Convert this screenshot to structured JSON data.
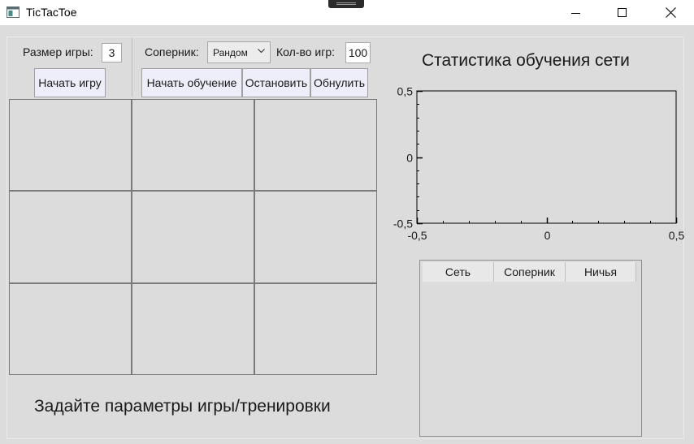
{
  "window": {
    "title": "TicTacToe"
  },
  "controls": {
    "game_size_label": "Размер игры:",
    "game_size_value": "3",
    "start_game_label": "Начать игру",
    "opponent_label": "Соперник:",
    "opponent_selected": "Рандом",
    "games_count_label": "Кол-во игр:",
    "games_count_value": "100",
    "start_training_label": "Начать обучение",
    "stop_label": "Остановить",
    "reset_label": "Обнулить"
  },
  "board": {
    "size": 3,
    "cells": [
      "",
      "",
      "",
      "",
      "",
      "",
      "",
      "",
      ""
    ]
  },
  "status": {
    "message": "Задайте параметры игры/тренировки"
  },
  "chart": {
    "title": "Статистика обучения сети"
  },
  "chart_data": {
    "type": "line",
    "title": "Статистика обучения сети",
    "xlabel": "",
    "ylabel": "",
    "xlim": [
      -0.5,
      0.5
    ],
    "ylim": [
      -0.5,
      0.5
    ],
    "x_ticks": [
      -0.5,
      0,
      0.5
    ],
    "x_tick_labels": [
      "-0,5",
      "0",
      "0,5"
    ],
    "y_ticks": [
      -0.5,
      0,
      0.5
    ],
    "y_tick_labels": [
      "-0,5",
      "0",
      "0,5"
    ],
    "x_minor_step": 0.1,
    "y_minor_step": 0.1,
    "grid": false,
    "series": []
  },
  "stats_table": {
    "columns": [
      "Сеть",
      "Соперник",
      "Ничья"
    ],
    "rows": []
  },
  "icons": {
    "app": "app-icon",
    "minimize": "minimize-icon",
    "maximize": "maximize-icon",
    "close": "close-icon",
    "dropdown": "chevron-down-icon"
  }
}
